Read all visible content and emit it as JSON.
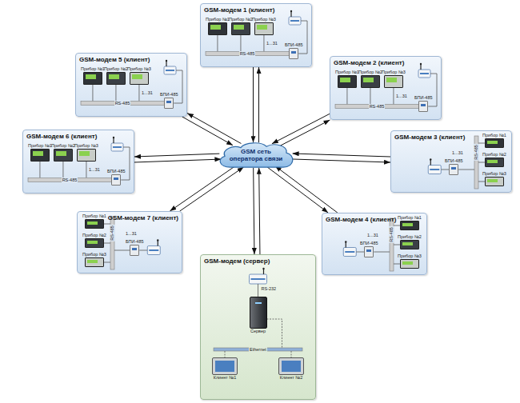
{
  "diagram": {
    "nodes": [
      {
        "text": [
          "GSM-модем 1 (клиент)"
        ]
      },
      {
        "text": [
          "Прибор №1"
        ],
        "in": 0
      },
      {
        "text": [
          "Прибор №2"
        ],
        "in": 0
      },
      {
        "text": [
          "Прибор №3"
        ],
        "in": 0
      },
      {
        "text": [
          "БПИ-485"
        ],
        "in": 0
      },
      {
        "text": [
          "GSM-модем 5 (клиент)"
        ]
      },
      {
        "text": [
          "Прибор №1"
        ],
        "in": 5
      },
      {
        "text": [
          "Прибор №2"
        ],
        "in": 5
      },
      {
        "text": [
          "Прибор №3"
        ],
        "in": 5
      },
      {
        "text": [
          "БПИ-485"
        ],
        "in": 5
      },
      {
        "text": [
          "GSM-модем 2 (клиент)"
        ]
      },
      {
        "text": [
          "Прибор №1"
        ],
        "in": 10
      },
      {
        "text": [
          "Прибор №2"
        ],
        "in": 10
      },
      {
        "text": [
          "Прибор №3"
        ],
        "in": 10
      },
      {
        "text": [
          "БПИ-485"
        ],
        "in": 10
      },
      {
        "text": [
          "GSM-модем 6 (клиент)"
        ]
      },
      {
        "text": [
          "Прибор №1"
        ],
        "in": 15
      },
      {
        "text": [
          "Прибор №2"
        ],
        "in": 15
      },
      {
        "text": [
          "Прибор №3"
        ],
        "in": 15
      },
      {
        "text": [
          "БПИ-485"
        ],
        "in": 15
      },
      {
        "text": [
          "GSM сеть оператора связи"
        ]
      },
      {
        "text": [
          "GSM-модем 3 (клиент)"
        ]
      },
      {
        "text": [
          "Прибор №1"
        ],
        "in": 21
      },
      {
        "text": [
          "Прибор №2"
        ],
        "in": 21
      },
      {
        "text": [
          "Прибор №3"
        ],
        "in": 21
      },
      {
        "text": [
          "БПИ-485"
        ],
        "in": 21
      },
      {
        "text": [
          "GSM-модем 7 (клиент)"
        ]
      },
      {
        "text": [
          "Прибор №1"
        ],
        "in": 26
      },
      {
        "text": [
          "Прибор №2"
        ],
        "in": 26
      },
      {
        "text": [
          "Прибор №3"
        ],
        "in": 26
      },
      {
        "text": [
          "БПИ-485"
        ],
        "in": 26
      },
      {
        "text": [
          "GSM-модем 4 (клиент)"
        ]
      },
      {
        "text": [
          "Прибор №1"
        ],
        "in": 31
      },
      {
        "text": [
          "Прибор №2"
        ],
        "in": 31
      },
      {
        "text": [
          "Прибор №3"
        ],
        "in": 31
      },
      {
        "text": [
          "БПИ-485"
        ],
        "in": 31
      },
      {
        "text": [
          "GSM-модем (сервер)"
        ]
      },
      {
        "text": [
          "Сервер"
        ],
        "in": 36
      },
      {
        "text": [
          "Клиент №1"
        ],
        "in": 36
      },
      {
        "text": [
          "Клиент №2"
        ],
        "in": 36
      }
    ],
    "edges": [
      {
        "from": 0,
        "to": 20,
        "arrow": "to"
      },
      {
        "from": 20,
        "to": 0,
        "arrow": "to"
      },
      {
        "from": 5,
        "to": 20,
        "arrow": "to"
      },
      {
        "from": 20,
        "to": 5,
        "arrow": "to"
      },
      {
        "from": 10,
        "to": 20,
        "arrow": "to"
      },
      {
        "from": 20,
        "to": 10,
        "arrow": "to"
      },
      {
        "from": 15,
        "to": 20,
        "arrow": "to"
      },
      {
        "from": 20,
        "to": 15,
        "arrow": "to"
      },
      {
        "from": 21,
        "to": 20,
        "arrow": "to"
      },
      {
        "from": 20,
        "to": 21,
        "arrow": "to"
      },
      {
        "from": 26,
        "to": 20,
        "arrow": "to"
      },
      {
        "from": 20,
        "to": 26,
        "arrow": "to"
      },
      {
        "from": 31,
        "to": 20,
        "arrow": "to"
      },
      {
        "from": 20,
        "to": 31,
        "arrow": "to"
      },
      {
        "from": 36,
        "to": 20,
        "arrow": "to"
      },
      {
        "from": 20,
        "to": 36,
        "arrow": "to"
      }
    ],
    "labels": [
      "1...31",
      "RS-485",
      "1...31",
      "RS-485",
      "1...31",
      "RS-485",
      "1...31",
      "RS-485",
      "1...31",
      "RS-485",
      "1...31",
      "RS-485",
      "1...31",
      "RS-485",
      "RS-232",
      "Ethernet"
    ]
  }
}
